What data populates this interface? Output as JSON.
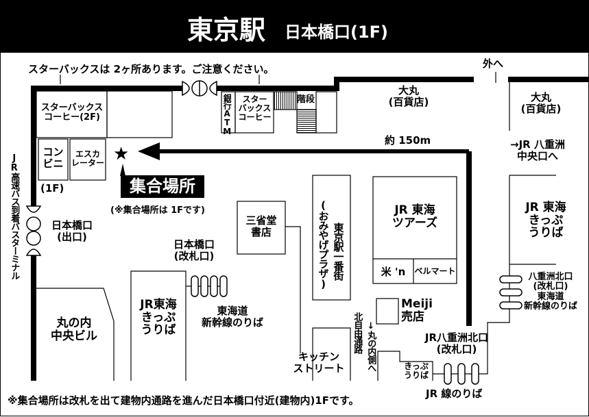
{
  "header": {
    "title": "東京駅",
    "subtitle": "日本橋口(1F)"
  },
  "notice_top": "スターバックスは 2ヶ所あります。ご注意ください。",
  "meeting": {
    "label": "集合場所",
    "note": "(※集合場所は 1Fです)"
  },
  "places": {
    "starbucks_2f": [
      "スターバックス",
      "コーヒー(2F)"
    ],
    "conbini": [
      "コン",
      "ビニ"
    ],
    "conbini_floor": "(1F)",
    "escalator": [
      "エスカ",
      "レーター"
    ],
    "bank_atm": "銀行ATM",
    "starbucks": [
      "スター",
      "バックス",
      "コーヒー"
    ],
    "stairs": "階段",
    "daimaru_left": [
      "大丸",
      "(百貨店)"
    ],
    "daimaru_right": [
      "大丸",
      "(百貨店)"
    ],
    "outside": "外へ",
    "distance": "約 150m",
    "yaesu_central": [
      "→JR 八重洲",
      "中央口へ"
    ],
    "bus_terminal": "JR高速バス到着バスターミナル",
    "nihonbashi_exit": [
      "日本橋口",
      "(出口)"
    ],
    "marunouchi_bldg": [
      "丸の内",
      "中央ビル"
    ],
    "jrc_ticket_left": [
      "JR東海",
      "きっぷ",
      "うりば"
    ],
    "nihonbashi_gate": [
      "日本橋口",
      "(改札口)"
    ],
    "tokaido_left": [
      "東海道",
      "新幹線のりば"
    ],
    "sanseido": [
      "三省堂",
      "書店"
    ],
    "ichibangai": "東京駅一番街",
    "omiyage": "(おみやげプラザ)",
    "jrc_tours": [
      "JR 東海",
      "ツアーズ"
    ],
    "komen": "米 'n",
    "bellmart": "ベルマート",
    "meiji": [
      "Meiji",
      "売店"
    ],
    "kitchen": [
      "キッチン",
      "ストリート"
    ],
    "north_passage": "北自由通路",
    "to_marunouchi": "↓丸の内側へ",
    "ticket_small": [
      "きっぷ",
      "うりば"
    ],
    "yaesu_north_gate": [
      "JR八重洲北口",
      "(改札口)"
    ],
    "jr_lines": "JR 線のりば",
    "jrc_ticket_right": [
      "JR 東海",
      "きっぷ",
      "うりば"
    ],
    "yaesu_north_right": [
      "八重洲北口",
      "(改札口)",
      "東海道",
      "新幹線のりば"
    ]
  },
  "notice_bottom": "※集合場所は改札を出て建物内通路を進んだ日本橋口付近(建物内)1Fです。"
}
